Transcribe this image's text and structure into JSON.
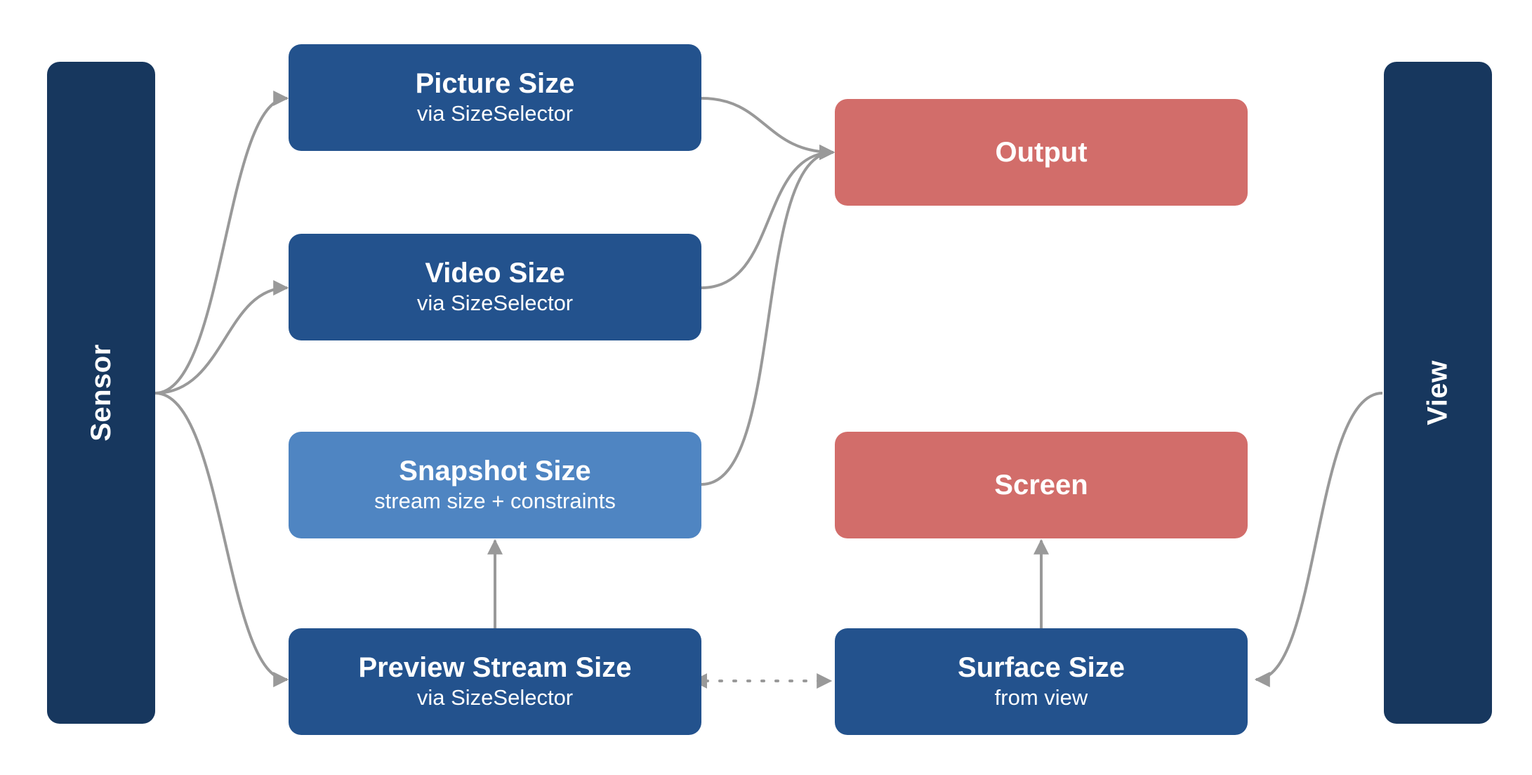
{
  "sensor": {
    "label": "Sensor"
  },
  "view": {
    "label": "View"
  },
  "picture": {
    "title": "Picture Size",
    "subtitle": "via SizeSelector"
  },
  "video": {
    "title": "Video Size",
    "subtitle": "via SizeSelector"
  },
  "snapshot": {
    "title": "Snapshot Size",
    "subtitle": "stream size + constraints"
  },
  "preview": {
    "title": "Preview Stream Size",
    "subtitle": "via SizeSelector"
  },
  "output": {
    "title": "Output"
  },
  "screen": {
    "title": "Screen"
  },
  "surface": {
    "title": "Surface Size",
    "subtitle": "from view"
  },
  "colors": {
    "bar": "#17375e",
    "box_dark": "#23528d",
    "box_light": "#4f85c2",
    "box_red": "#d26d6a",
    "connector": "#999999"
  }
}
